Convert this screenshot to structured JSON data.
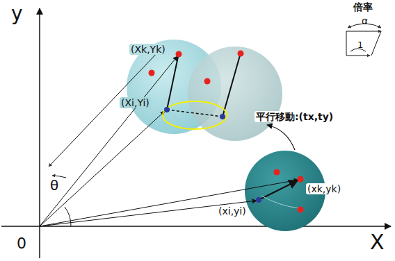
{
  "diagram": {
    "labels": [
      "y",
      "倍率",
      "α",
      "1",
      "(Xk,Yk)",
      "(Xi,Yi)",
      "平行移動:(tx,ty)",
      "θ",
      "(xk,yk)",
      "(xi,yi)",
      "0",
      "X"
    ]
  }
}
